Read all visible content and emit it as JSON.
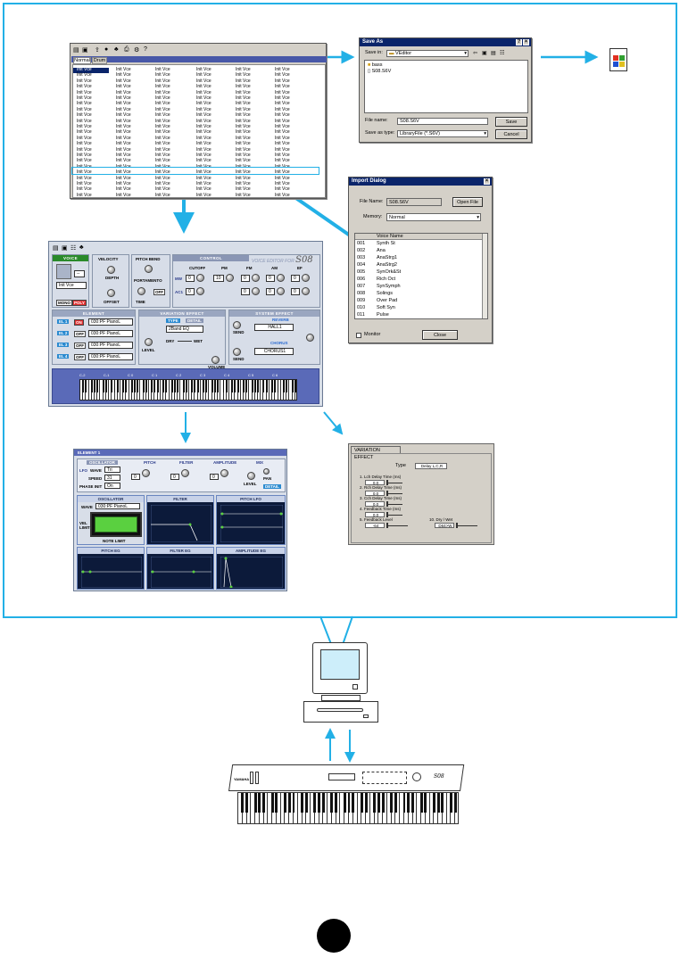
{
  "library": {
    "tabs": [
      "Normal",
      "Drum"
    ],
    "cell_text": "Init Vce"
  },
  "save_as": {
    "title": "Save As",
    "save_in_label": "Save in:",
    "save_in_value": "VEditor",
    "folder_item": "bass",
    "file_item": "S08.S6V",
    "file_name_label": "File name:",
    "file_name_value": "S08.S6V",
    "save_as_type_label": "Save as type:",
    "save_as_type_value": "LibraryFile (*.S6V)",
    "save_button": "Save",
    "cancel_button": "Cancel"
  },
  "import_dialog": {
    "title": "Import Dialog",
    "file_name_label": "File Name:",
    "file_name_value": "S08.S6V",
    "open_file_button": "Open File",
    "memory_label": "Memory:",
    "memory_value": "Normal",
    "voice_name_header": "Voice Name",
    "voices": [
      {
        "num": "001",
        "name": "Synth St"
      },
      {
        "num": "002",
        "name": "Ana"
      },
      {
        "num": "003",
        "name": "AnaStrg1"
      },
      {
        "num": "004",
        "name": "AnaStrg2"
      },
      {
        "num": "005",
        "name": "SynOrk&St"
      },
      {
        "num": "006",
        "name": "Rich Oct"
      },
      {
        "num": "007",
        "name": "SynSymph"
      },
      {
        "num": "008",
        "name": "Solings"
      },
      {
        "num": "009",
        "name": "Over Pad"
      },
      {
        "num": "010",
        "name": "Soft Syn"
      },
      {
        "num": "011",
        "name": "Pulse"
      }
    ],
    "monitor_label": "Monitor",
    "close_button": "Close"
  },
  "editor": {
    "voice_label": "VOICE",
    "voice_name": "Init Vce",
    "mono": "MONO",
    "poly": "POLY",
    "velocity": "VELOCITY",
    "depth": "DEPTH",
    "offset": "OFFSET",
    "pitch_bend": "PITCH BEND",
    "portamento": "PORTAMENTO",
    "time": "TIME",
    "off": "OFF",
    "on": "ON",
    "control": "CONTROL",
    "logo": "VOICE EDITOR FOR",
    "model": "S08",
    "cutoff": "CUTOFF",
    "pm": "PM",
    "fm": "FM",
    "am": "AM",
    "ef": "EF",
    "mw": "MW",
    "ac1": "AC1",
    "zero": "0",
    "ten": "10",
    "element": "ELEMENT",
    "elements": [
      {
        "label": "EL 1",
        "state": "ON",
        "wave": "030:PF PianoL"
      },
      {
        "label": "EL 2",
        "state": "OFF",
        "wave": "030:PF PianoL"
      },
      {
        "label": "EL 3",
        "state": "OFF",
        "wave": "030:PF PianoL"
      },
      {
        "label": "EL 4",
        "state": "OFF",
        "wave": "030:PF PianoL"
      }
    ],
    "variation_effect": "VARIATION EFFECT",
    "type": "TYPE",
    "detail": "DETAIL",
    "variation_type": "2Band EQ",
    "level": "LEVEL",
    "dry": "DRY",
    "wet": "WET",
    "volume": "VOLUME",
    "system_effect": "SYSTEM EFFECT",
    "reverb": "REVERB",
    "reverb_type": "HALL1",
    "chorus": "CHORUS",
    "chorus_type": "CHORUS1",
    "send": "SEND",
    "octaves": [
      "C-2",
      "C-1",
      "C 0",
      "C 1",
      "C 2",
      "C 3",
      "C 4",
      "C 5",
      "C 6"
    ]
  },
  "element_editor": {
    "title": "ELEMENT 1",
    "oscillator": "OSCILLATOR",
    "pitch": "PITCH",
    "filter": "FILTER",
    "amplitude": "AMPLITUDE",
    "mix": "MIX",
    "lfo": "LFO",
    "wave_label": "WAVE",
    "wave_value": "Tri",
    "speed_label": "SPEED",
    "speed_value": "31",
    "phase_init_label": "PHASE INIT",
    "phase_init_value": "On",
    "zero": "0",
    "level": "LEVEL",
    "pan": "PAN",
    "detail": "DETAIL",
    "osc_panel": "OSCILLATOR",
    "osc_wave": "030:PF PianoL",
    "vel_limit": "VEL LIMIT",
    "note_limit": "NOTE LIMIT",
    "filter_panel": "FILTER",
    "pitch_lfo_panel": "PITCH LFO",
    "pitch_eg_panel": "PITCH EG",
    "filter_eg_panel": "FILTER EG",
    "amplitude_eg_panel": "AMPLITUDE EG"
  },
  "variation_detail": {
    "tab": "VARIATION EFFECT",
    "type_label": "Type",
    "type_value": "Delay L,C,R",
    "params": [
      {
        "label": "1.   Lch Delay Time (ms)",
        "value": "0.0"
      },
      {
        "label": "2.   Rch Delay Time (ms)",
        "value": "0.0"
      },
      {
        "label": "3.   Cch Delay Time (ms)",
        "value": "0.0"
      },
      {
        "label": "4.   Feedback Time (ms)",
        "value": "0.0"
      },
      {
        "label": "5.   Feedback Level",
        "value": "-64"
      },
      {
        "label": "10.  Dry / Wet",
        "value": "D64>W"
      }
    ]
  },
  "keyboard": {
    "brand": "YAMAHA",
    "model": "S08"
  },
  "colors": {
    "accent": "#22b0e6",
    "title_bar": "#0a246a"
  }
}
